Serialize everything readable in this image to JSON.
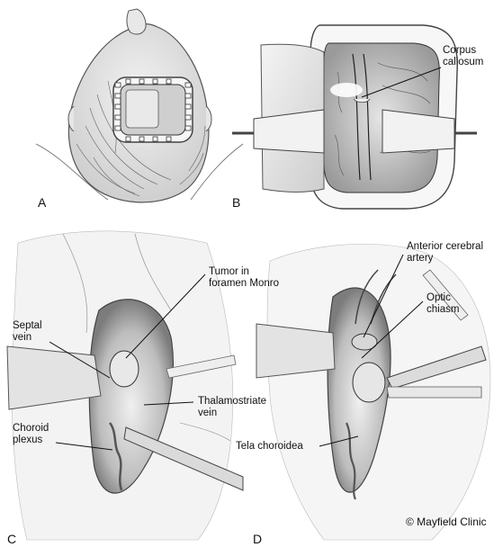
{
  "panels": {
    "a": "A",
    "b": "B",
    "c": "C",
    "d": "D"
  },
  "labels": {
    "corpus_callosum": [
      "Corpus",
      "callosum"
    ],
    "tumor_in_foramen_monro": [
      "Tumor in",
      "foramen Monro"
    ],
    "septal_vein": [
      "Septal",
      "vein"
    ],
    "thalamostriate_vein": [
      "Thalamostriate",
      "vein"
    ],
    "choroid_plexus": [
      "Choroid",
      "plexus"
    ],
    "anterior_cerebral_artery": [
      "Anterior cerebral",
      "artery"
    ],
    "optic_chiasm": [
      "Optic",
      "chiasm"
    ],
    "tela_choroidea": "Tela choroidea"
  },
  "credit": "© Mayfield Clinic"
}
